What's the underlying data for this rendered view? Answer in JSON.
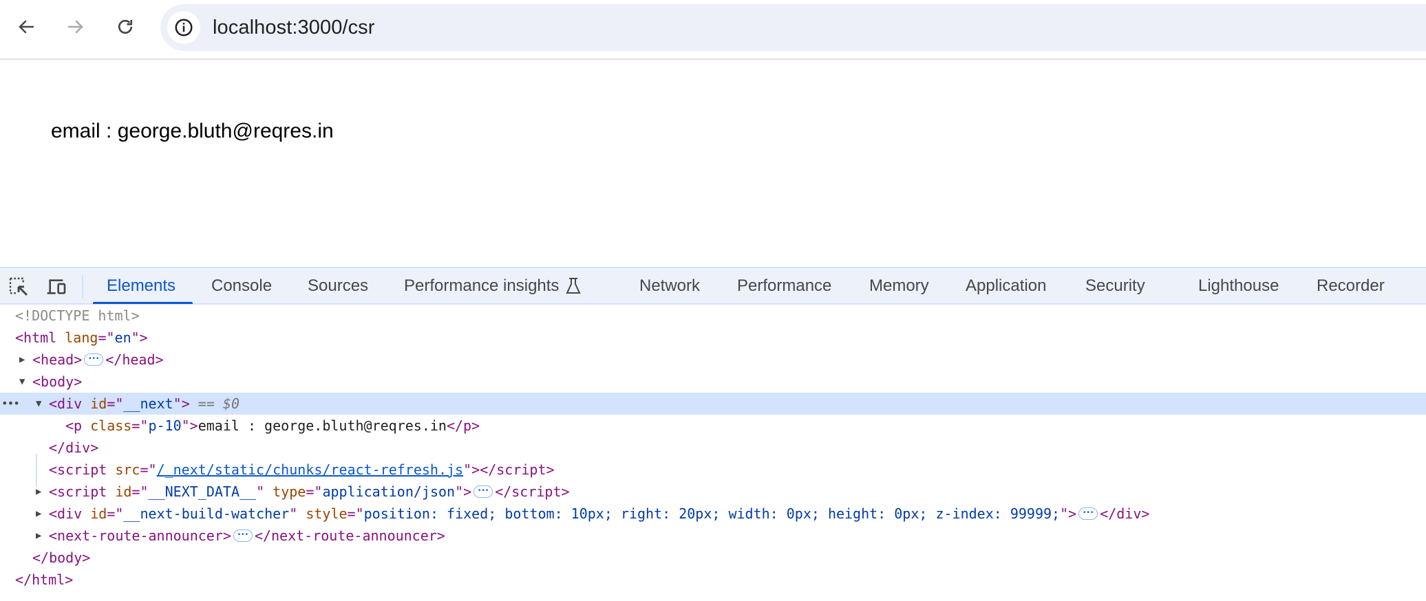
{
  "browser": {
    "url": "localhost:3000/csr",
    "icons": {
      "back": "arrow-left",
      "forward": "arrow-right",
      "reload": "reload",
      "site_info": "info-circle"
    }
  },
  "page": {
    "email_text": "email : george.bluth@reqres.in"
  },
  "devtools": {
    "tabs": [
      {
        "label": "Elements",
        "active": true
      },
      {
        "label": "Console"
      },
      {
        "label": "Sources"
      },
      {
        "label": "Performance insights"
      },
      {
        "label": "Network"
      },
      {
        "label": "Performance"
      },
      {
        "label": "Memory"
      },
      {
        "label": "Application"
      },
      {
        "label": "Security"
      },
      {
        "label": "Lighthouse"
      },
      {
        "label": "Recorder"
      }
    ],
    "tree": {
      "doctype": "<!DOCTYPE html>",
      "html_open_tag": "<html",
      "html_lang_attr": "lang",
      "html_lang_val": "en",
      "head_open": "<head>",
      "head_close": "</head>",
      "body_open": "<body>",
      "div_open": "<div",
      "div_id_attr": "id",
      "div_id_val": "__next",
      "selected_marker": "== $0",
      "p_open": "<p",
      "p_class_attr": "class",
      "p_class_val": "p-10",
      "p_text": "email : george.bluth@reqres.in",
      "p_close": "</p>",
      "div_close": "</div>",
      "script_open": "<script",
      "script_src_attr": "src",
      "script_src_val": "/_next/static/chunks/react-refresh.js",
      "script_close": "</script>",
      "script2_id_attr": "id",
      "script2_id_val": "__NEXT_DATA__",
      "script2_type_attr": "type",
      "script2_type_val": "application/json",
      "watcher_id_attr": "id",
      "watcher_id_val": "__next-build-watcher",
      "watcher_style_attr": "style",
      "watcher_style_val": "position: fixed; bottom: 10px; right: 20px; width: 0px; height: 0px; z-index: 99999;",
      "announcer_open": "<next-route-announcer>",
      "announcer_close": "</next-route-announcer>",
      "body_close": "</body>",
      "html_close": "</html>"
    }
  }
}
